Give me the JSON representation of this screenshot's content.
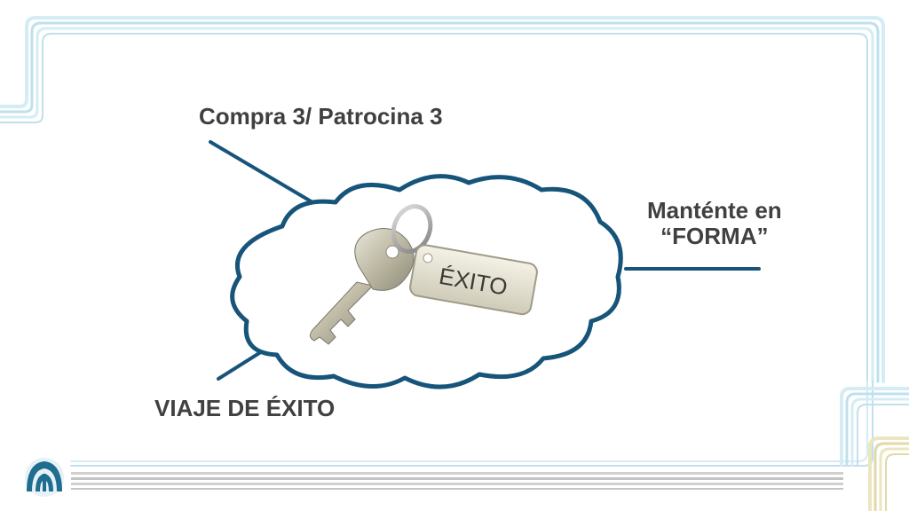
{
  "labels": {
    "top": "Compra 3/ Patrocina 3",
    "right_line1": "Manténte en",
    "right_line2": "“FORMA”",
    "bottom": "VIAJE DE ÉXITO"
  },
  "keychain": {
    "tag_text": "ÉXITO"
  },
  "colors": {
    "connector": "#17547a",
    "frame_light": "#bfe0ec",
    "frame_tan": "#e8e2b8",
    "footer_grey": "#c9c9c9",
    "logo": "#1f6d8f"
  },
  "icons": {
    "logo": "brand-logo-icon",
    "key": "key-icon"
  }
}
